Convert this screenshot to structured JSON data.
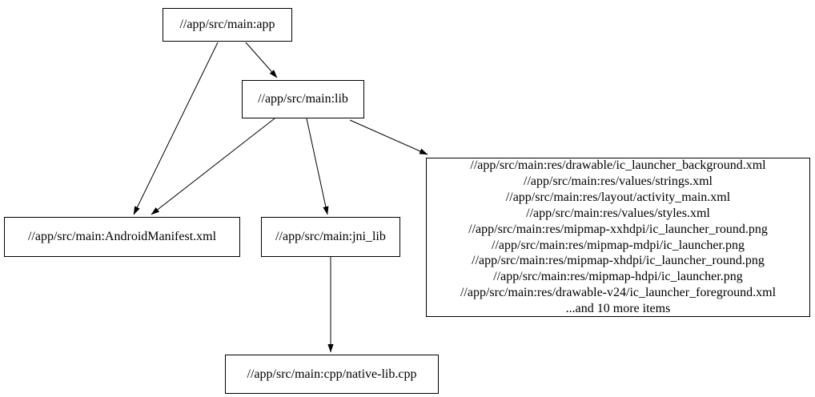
{
  "diagram": {
    "type": "dependency-graph",
    "background_color": "#ffffff",
    "node_border_color": "#000000",
    "edge_color": "#000000",
    "nodes": {
      "app": {
        "label": "//app/src/main:app"
      },
      "lib": {
        "label": "//app/src/main:lib"
      },
      "manifest": {
        "label": "//app/src/main:AndroidManifest.xml"
      },
      "jni_lib": {
        "label": "//app/src/main:jni_lib"
      },
      "res": {
        "lines": [
          "//app/src/main:res/drawable/ic_launcher_background.xml",
          "//app/src/main:res/values/strings.xml",
          "//app/src/main:res/layout/activity_main.xml",
          "//app/src/main:res/values/styles.xml",
          "//app/src/main:res/mipmap-xxhdpi/ic_launcher_round.png",
          "//app/src/main:res/mipmap-mdpi/ic_launcher.png",
          "//app/src/main:res/mipmap-xhdpi/ic_launcher_round.png",
          "//app/src/main:res/mipmap-hdpi/ic_launcher.png",
          "//app/src/main:res/drawable-v24/ic_launcher_foreground.xml",
          "...and 10 more items"
        ]
      },
      "cpp": {
        "label": "//app/src/main:cpp/native-lib.cpp"
      }
    },
    "edges": [
      {
        "from": "app",
        "to": "manifest"
      },
      {
        "from": "app",
        "to": "lib"
      },
      {
        "from": "lib",
        "to": "manifest"
      },
      {
        "from": "lib",
        "to": "jni_lib"
      },
      {
        "from": "lib",
        "to": "res"
      },
      {
        "from": "jni_lib",
        "to": "cpp"
      }
    ]
  }
}
